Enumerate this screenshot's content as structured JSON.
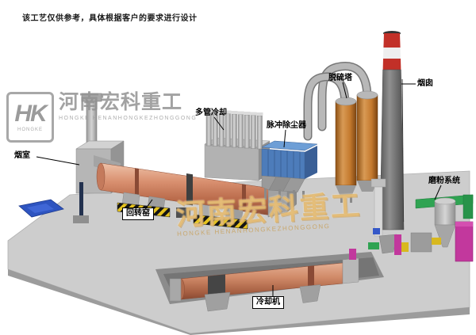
{
  "disclaimer": "该工艺仅供参考，具体根据客户的要求进行设计",
  "logo": {
    "monogram": "HK",
    "box_caption": "HONGKE",
    "company_cn": "河南宏科重工",
    "company_en": "HONGKE HENANHONGKEZHONGGONG"
  },
  "watermark": {
    "cn": "河南宏科重工",
    "en": "HONGKE HENANHONGKEZHONGGONG"
  },
  "labels": {
    "smoke_chamber": "烟室",
    "rotary_kiln": "回转窑",
    "multi_tube_cooler": "多管冷却",
    "pulse_dust_collector": "脉冲除尘器",
    "desulfurization_tower": "脱硫塔",
    "chimney": "烟囱",
    "grinding_system": "磨粉系统",
    "cooling_machine": "冷却机"
  },
  "colors": {
    "kiln_shell": "#cf8a68",
    "dust_collector_blue": "#4a7ab8",
    "desulfurization_tower_brown": "#c57a2e",
    "chimney_band_red": "#c23028",
    "grinding_magenta": "#c2389d",
    "pipe_green": "#2fa352",
    "hazard_yellow": "#e6c31e",
    "platform_gray": "#cdcdcd",
    "watermark_tan": "#d8a44c"
  }
}
